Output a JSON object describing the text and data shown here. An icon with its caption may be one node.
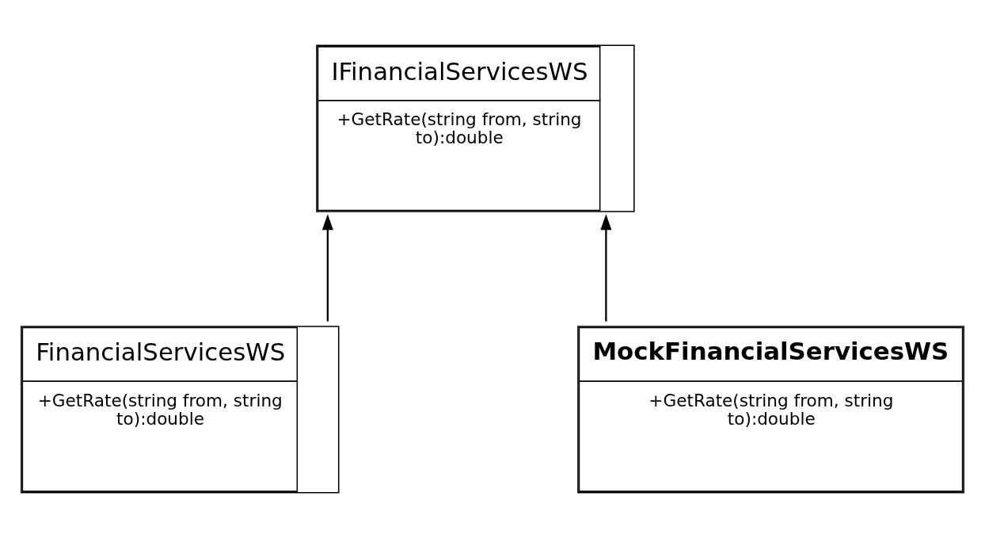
{
  "diagram": {
    "nodes": [
      {
        "text": [
          "IFinancialServicesWS",
          "+GetRate(string from, string to):double"
        ]
      },
      {
        "text": [
          "FinancialServicesWS",
          "+GetRate(string from, string to):double"
        ]
      },
      {
        "text": [
          "MockFinancialServicesWS",
          "+GetRate(string from, string to):double"
        ]
      }
    ],
    "edges": [
      {
        "from": 1,
        "to": 0,
        "arrow": "to"
      },
      {
        "from": 2,
        "to": 0,
        "arrow": "to"
      }
    ]
  }
}
